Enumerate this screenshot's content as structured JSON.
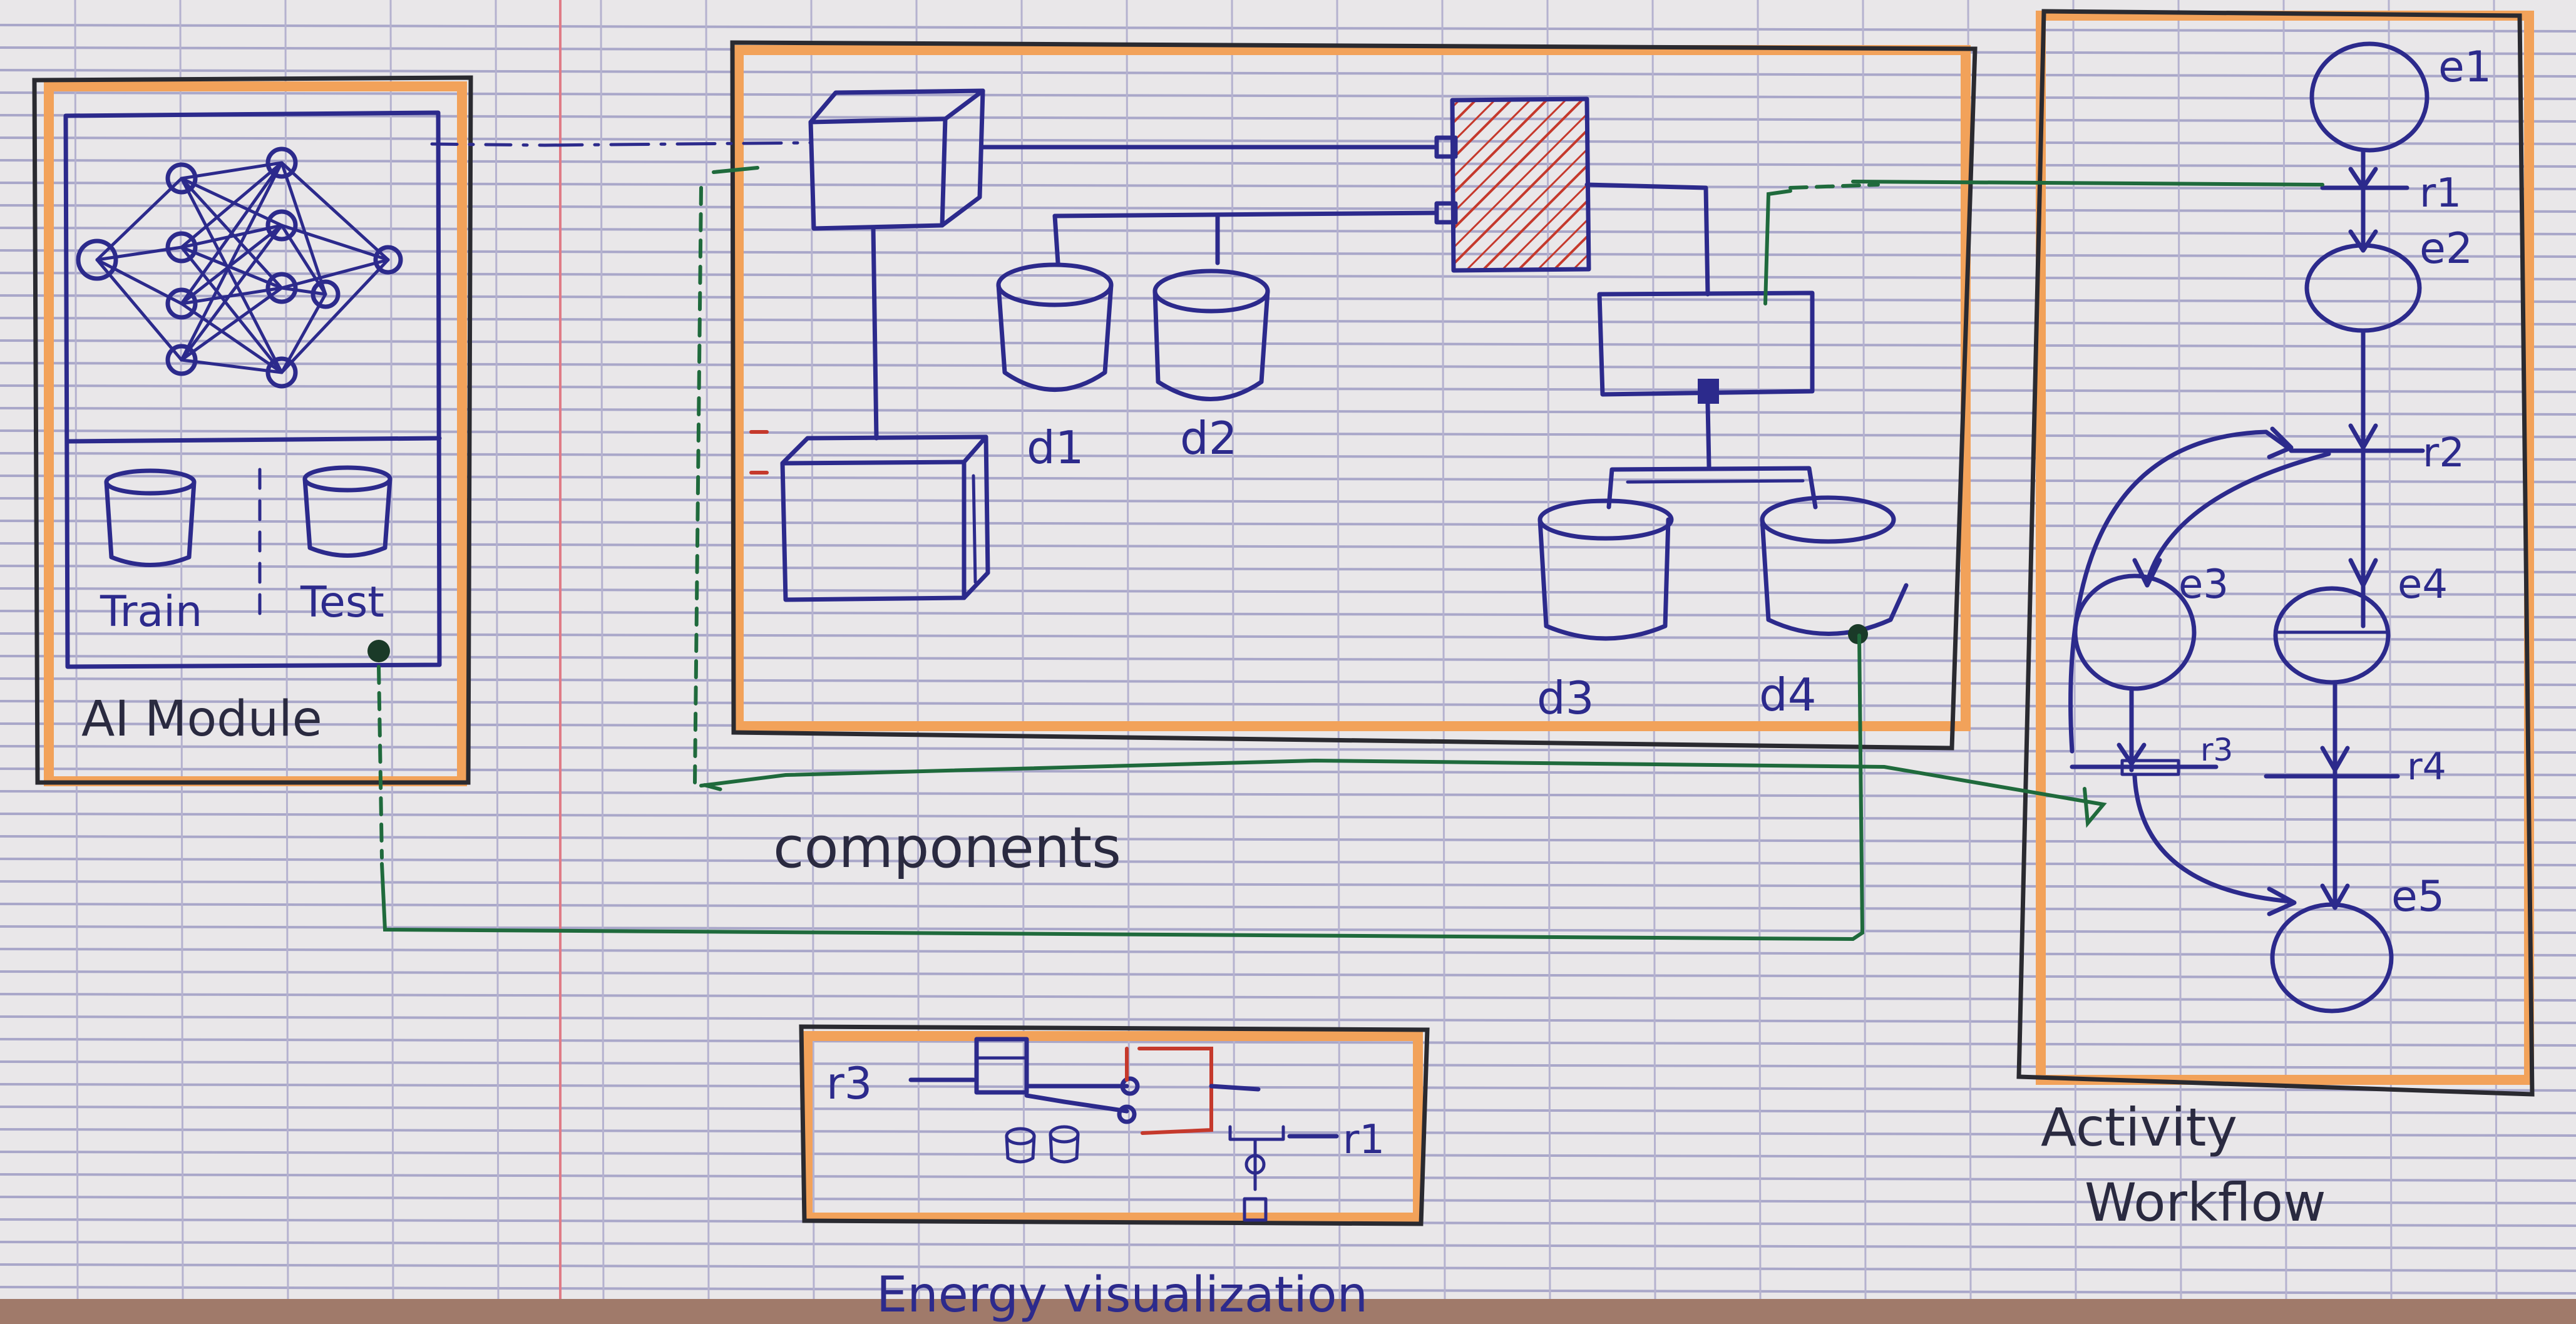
{
  "modules": {
    "ai": {
      "title": "AI Module",
      "train": "Train",
      "test": "Test"
    },
    "components": {
      "title": "components",
      "d1": "d1",
      "d2": "d2",
      "d3": "d3",
      "d4": "d4"
    },
    "energy": {
      "title": "Energy visualization",
      "r3": "r3",
      "r1": "r1"
    },
    "workflow": {
      "title_line1": "Activity",
      "title_line2": "Workflow",
      "e1": "e1",
      "e2": "e2",
      "e3": "e3",
      "e4": "e4",
      "e5": "e5",
      "r1": "r1",
      "r2": "r2",
      "r3": "r3",
      "r4": "r4"
    }
  },
  "colors": {
    "ink": "#2c2a8c",
    "highlight": "#f2a25a",
    "connector": "#1f6a3c",
    "hatch": "#c5392c"
  }
}
